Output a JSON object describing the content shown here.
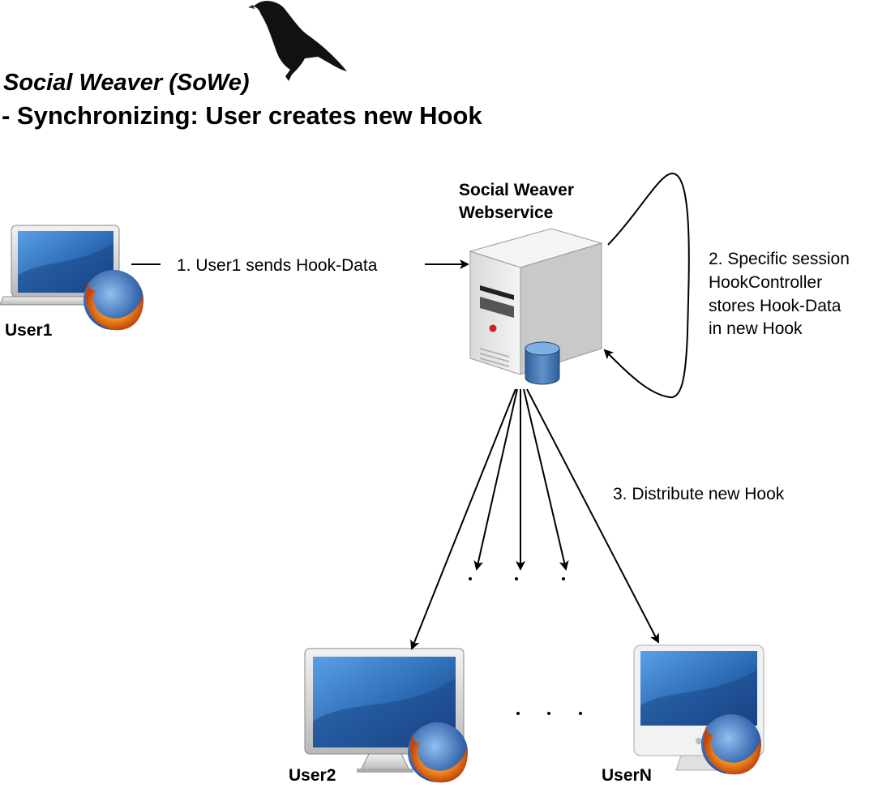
{
  "header": {
    "title": "Social Weaver (SoWe)",
    "subtitle": "- Synchronizing: User creates new Hook"
  },
  "server": {
    "name_line1": "Social Weaver",
    "name_line2": "Webservice"
  },
  "users": {
    "user1": "User1",
    "user2": "User2",
    "userN": "UserN"
  },
  "steps": {
    "step1": "1. User1 sends Hook-Data",
    "step2_lines": [
      "2. Specific session",
      "HookController",
      "stores Hook-Data",
      "in new Hook"
    ],
    "step3": "3. Distribute new Hook"
  },
  "icons": [
    "raven-icon",
    "laptop-icon",
    "firefox-icon",
    "server-icon",
    "database-icon",
    "imac-icon",
    "monitor-icon"
  ],
  "colors": {
    "screen_blue": "#2f6fb8",
    "screen_dark": "#103a78",
    "firefox_orange": "#e8701a",
    "firefox_globe": "#2a5fb0",
    "server_gray": "#e6e6e6",
    "server_led": "#d21f1f",
    "db_blue": "#4c7fb8"
  }
}
